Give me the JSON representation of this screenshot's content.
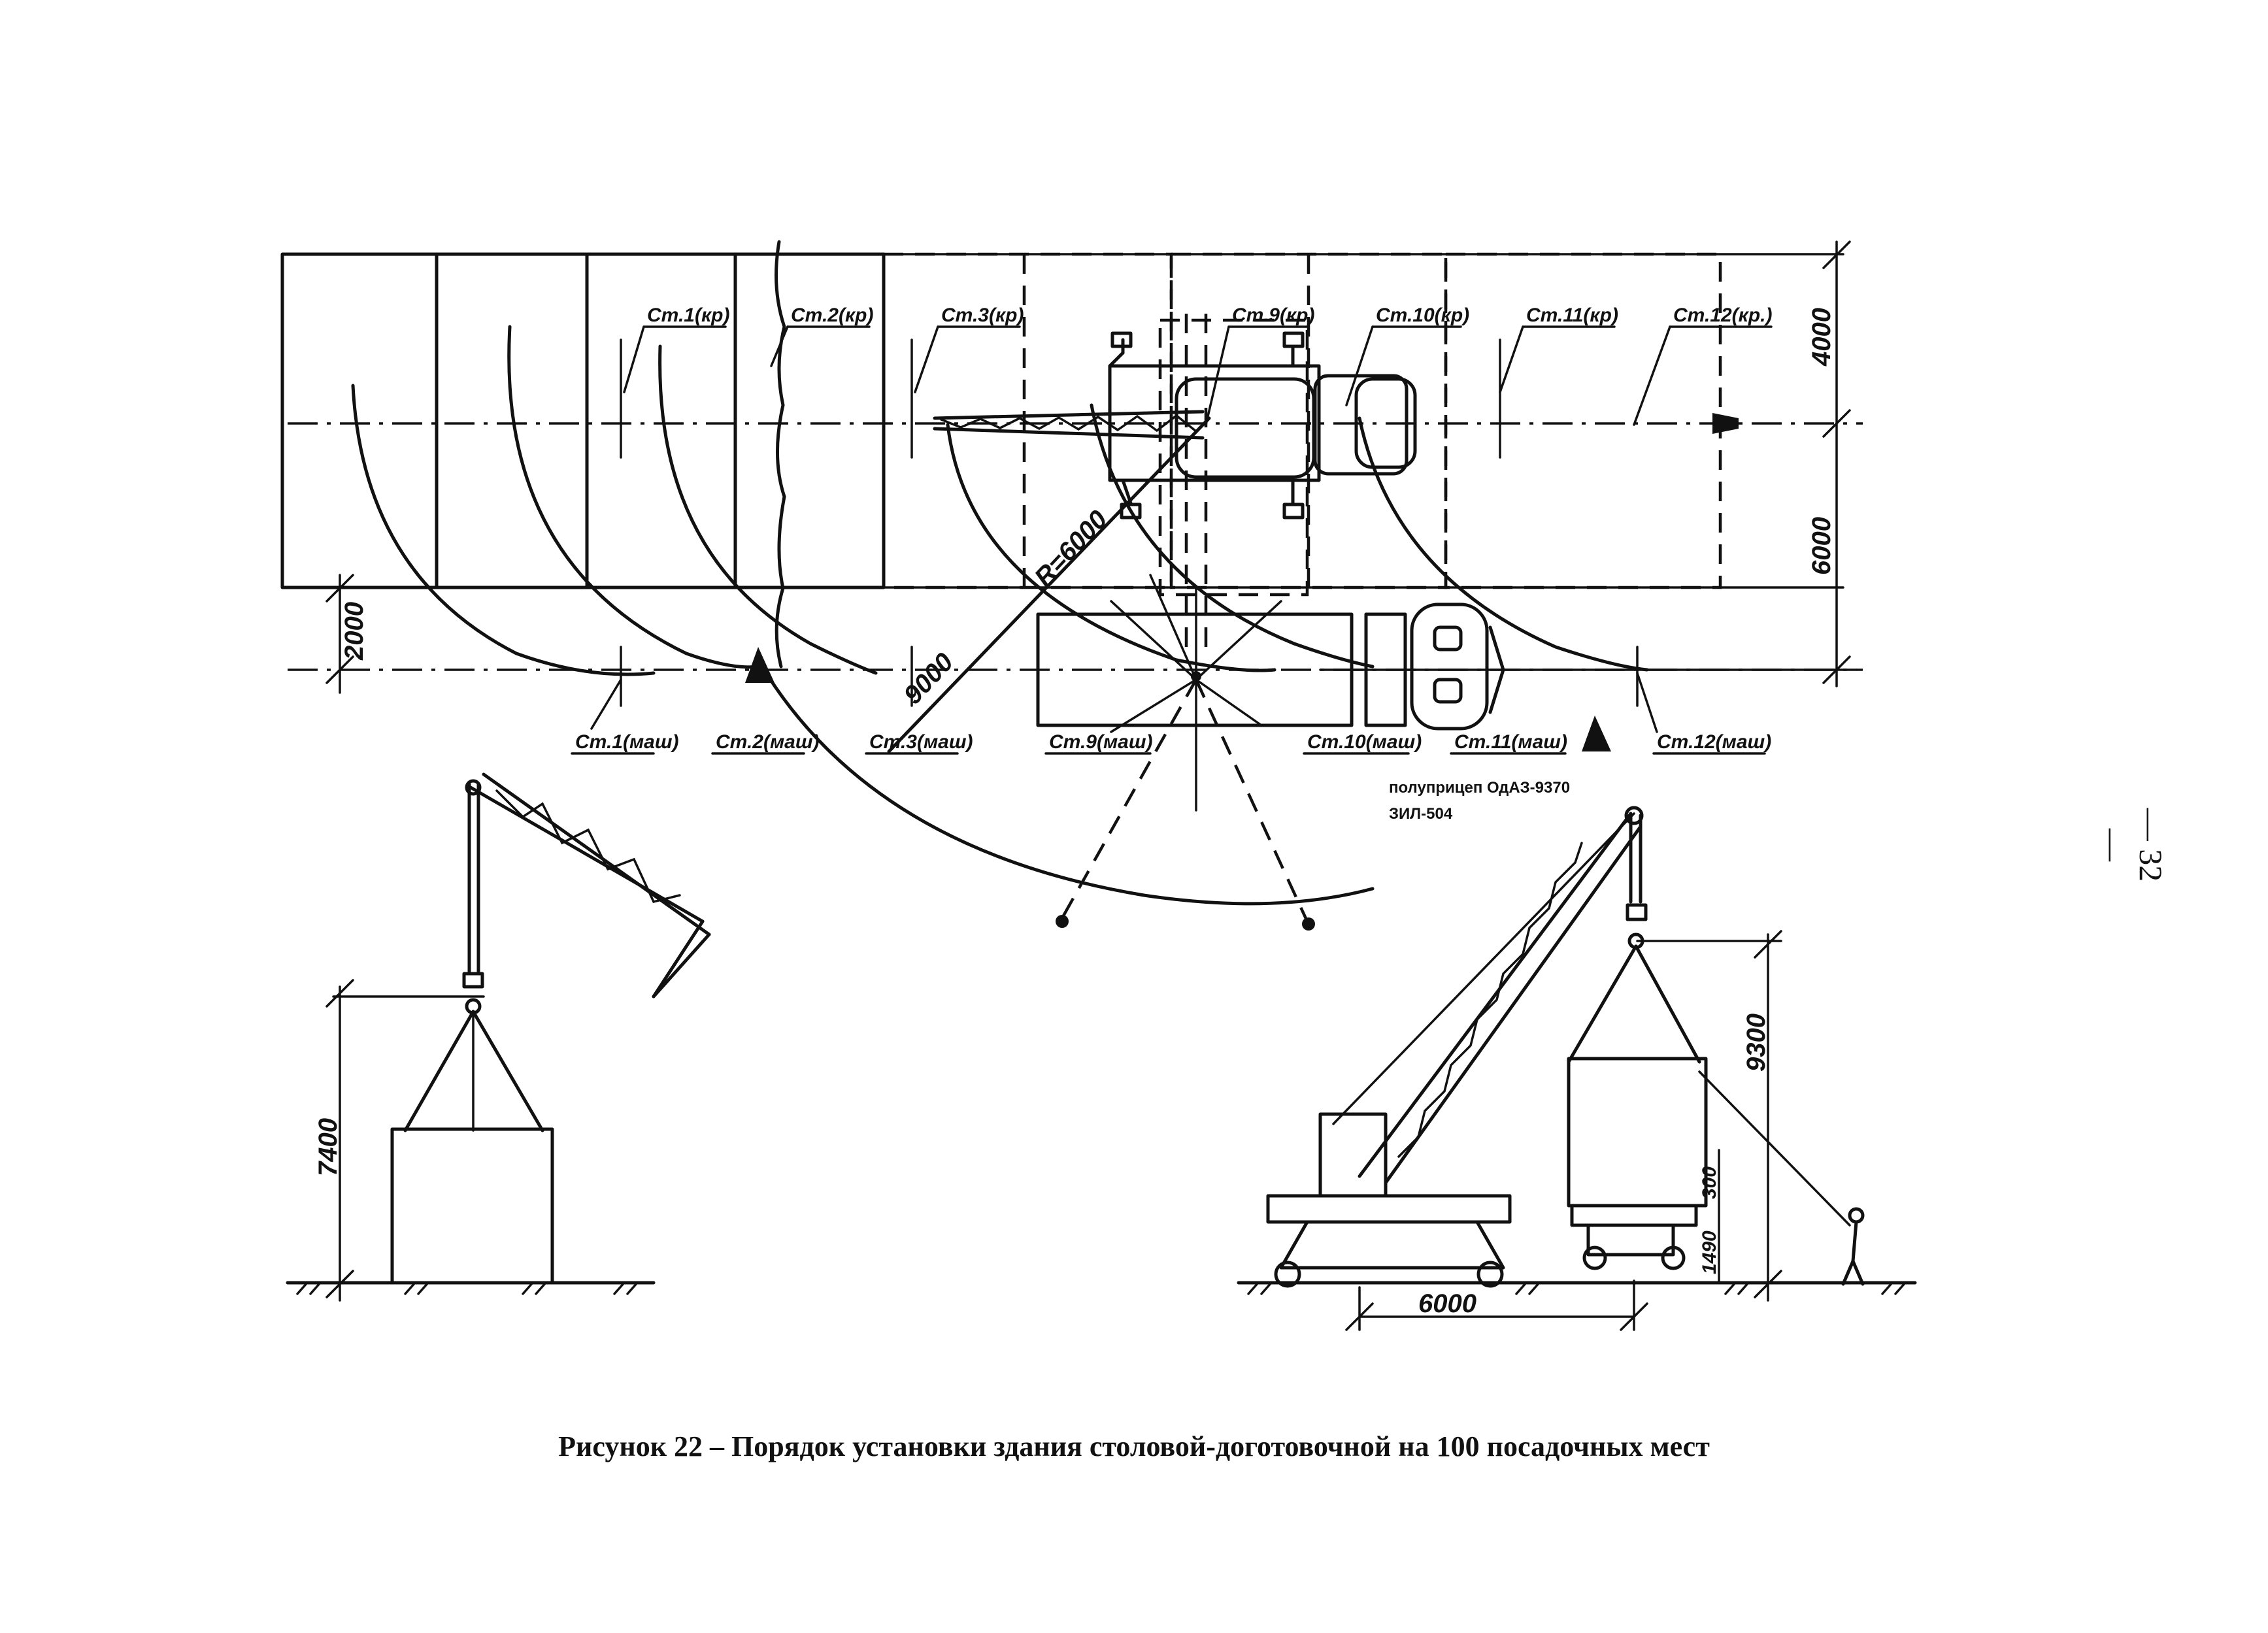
{
  "plan": {
    "labels_top": [
      "Ст.1(кр)",
      "Ст.2(кр)",
      "Ст.3(кр)",
      "Ст.9(кр)",
      "Ст.10(кр)",
      "Ст.11(кр)",
      "Ст.12(кр.)"
    ],
    "labels_bottom": [
      "Ст.1(маш)",
      "Ст.2(маш)",
      "Ст.3(маш)",
      "Ст.9(маш)",
      "Ст.10(маш)",
      "Ст.11(маш)",
      "Ст.12(маш)"
    ],
    "dims": {
      "top": "4000",
      "bottom": "6000",
      "left": "2000"
    },
    "radius": "R=6000",
    "reach": "9000",
    "trailer_note": [
      "полуприцеп ОдАЗ-9370",
      "ЗИЛ-504"
    ]
  },
  "elevation_left": {
    "height_dim": "7400"
  },
  "elevation_right": {
    "height_dim": "9300",
    "dim_small_1": "300",
    "dim_small_2": "1490",
    "span_dim": "6000"
  },
  "caption": "Рисунок 22 – Порядок установки здания столовой-доготовочной на 100 посадочных мест",
  "page_number": "— 32 —"
}
